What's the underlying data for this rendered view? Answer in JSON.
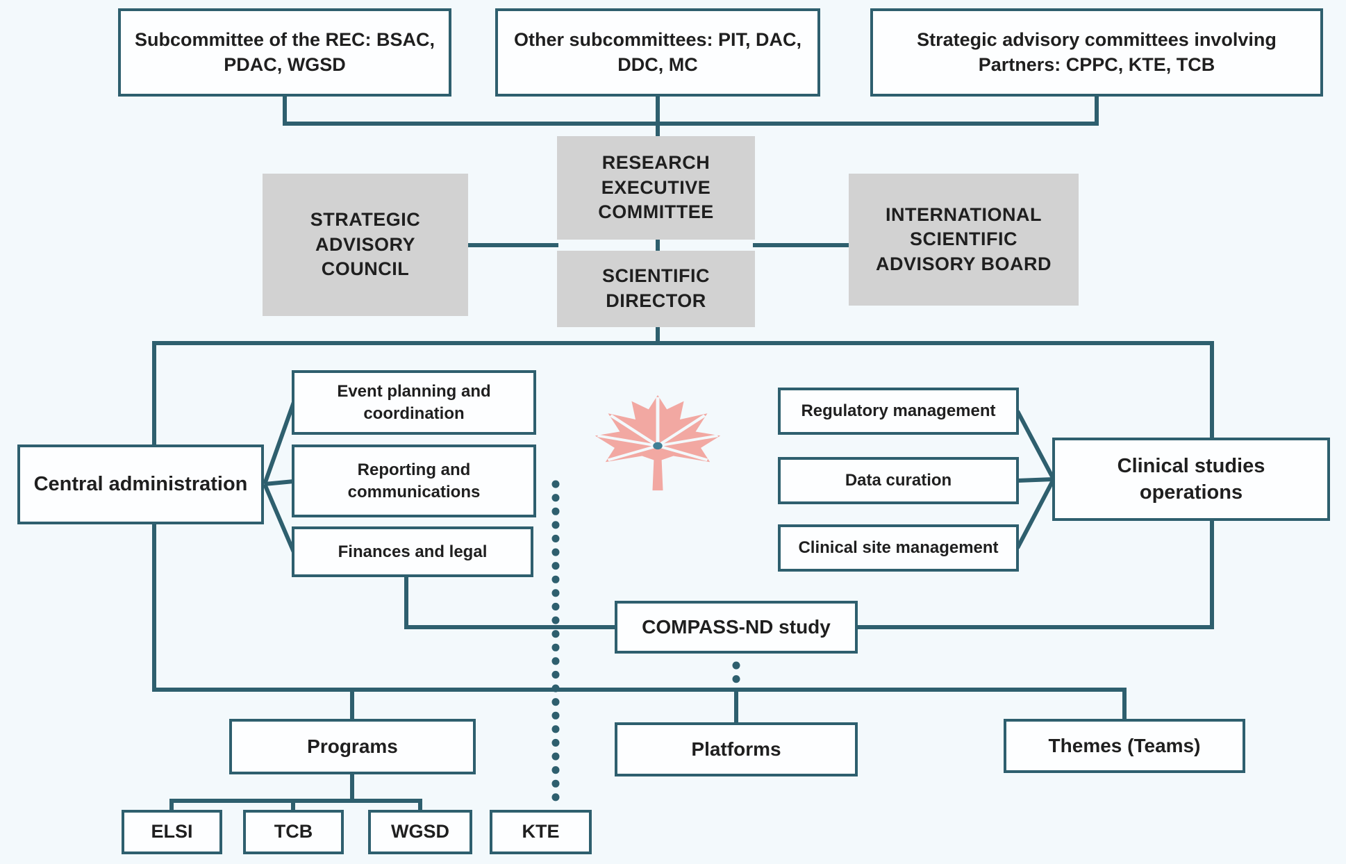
{
  "colors": {
    "background": "#f3f9fc",
    "line": "#2e5f6e",
    "box_border": "#2e5f6e",
    "box_fill": "#fdfeff",
    "gray_fill": "#d2d2d2",
    "text": "#1f1f1f",
    "leaf": "#f2a8a2",
    "leaf_center_dot": "#3f7f95"
  },
  "icon": {
    "name": "maple-leaf-icon"
  },
  "nodes": {
    "rec_subcommittees": "Subcommittee of the REC: BSAC, PDAC, WGSD",
    "other_subcommittees": "Other subcommittees: PIT, DAC, DDC, MC",
    "strategic_advisory_committees": "Strategic advisory committees involving Partners: CPPC, KTE, TCB",
    "strategic_advisory_council": "STRATEGIC ADVISORY COUNCIL",
    "research_executive_committee": "RESEARCH EXECUTIVE COMMITTEE",
    "scientific_director": "SCIENTIFIC DIRECTOR",
    "international_scientific_advisory_board": "INTERNATIONAL SCIENTIFIC ADVISORY BOARD",
    "central_administration": "Central administration",
    "event_planning": "Event planning and coordination",
    "reporting_communications": "Reporting and communications",
    "finances_legal": "Finances and legal",
    "regulatory_management": "Regulatory management",
    "data_curation": "Data curation",
    "clinical_site_management": "Clinical site management",
    "clinical_studies_operations": "Clinical studies operations",
    "compass_nd_study": "COMPASS-ND study",
    "programs": "Programs",
    "platforms": "Platforms",
    "themes_teams": "Themes (Teams)",
    "elsi": "ELSI",
    "tcb": "TCB",
    "wgsd": "WGSD",
    "kte": "KTE"
  }
}
